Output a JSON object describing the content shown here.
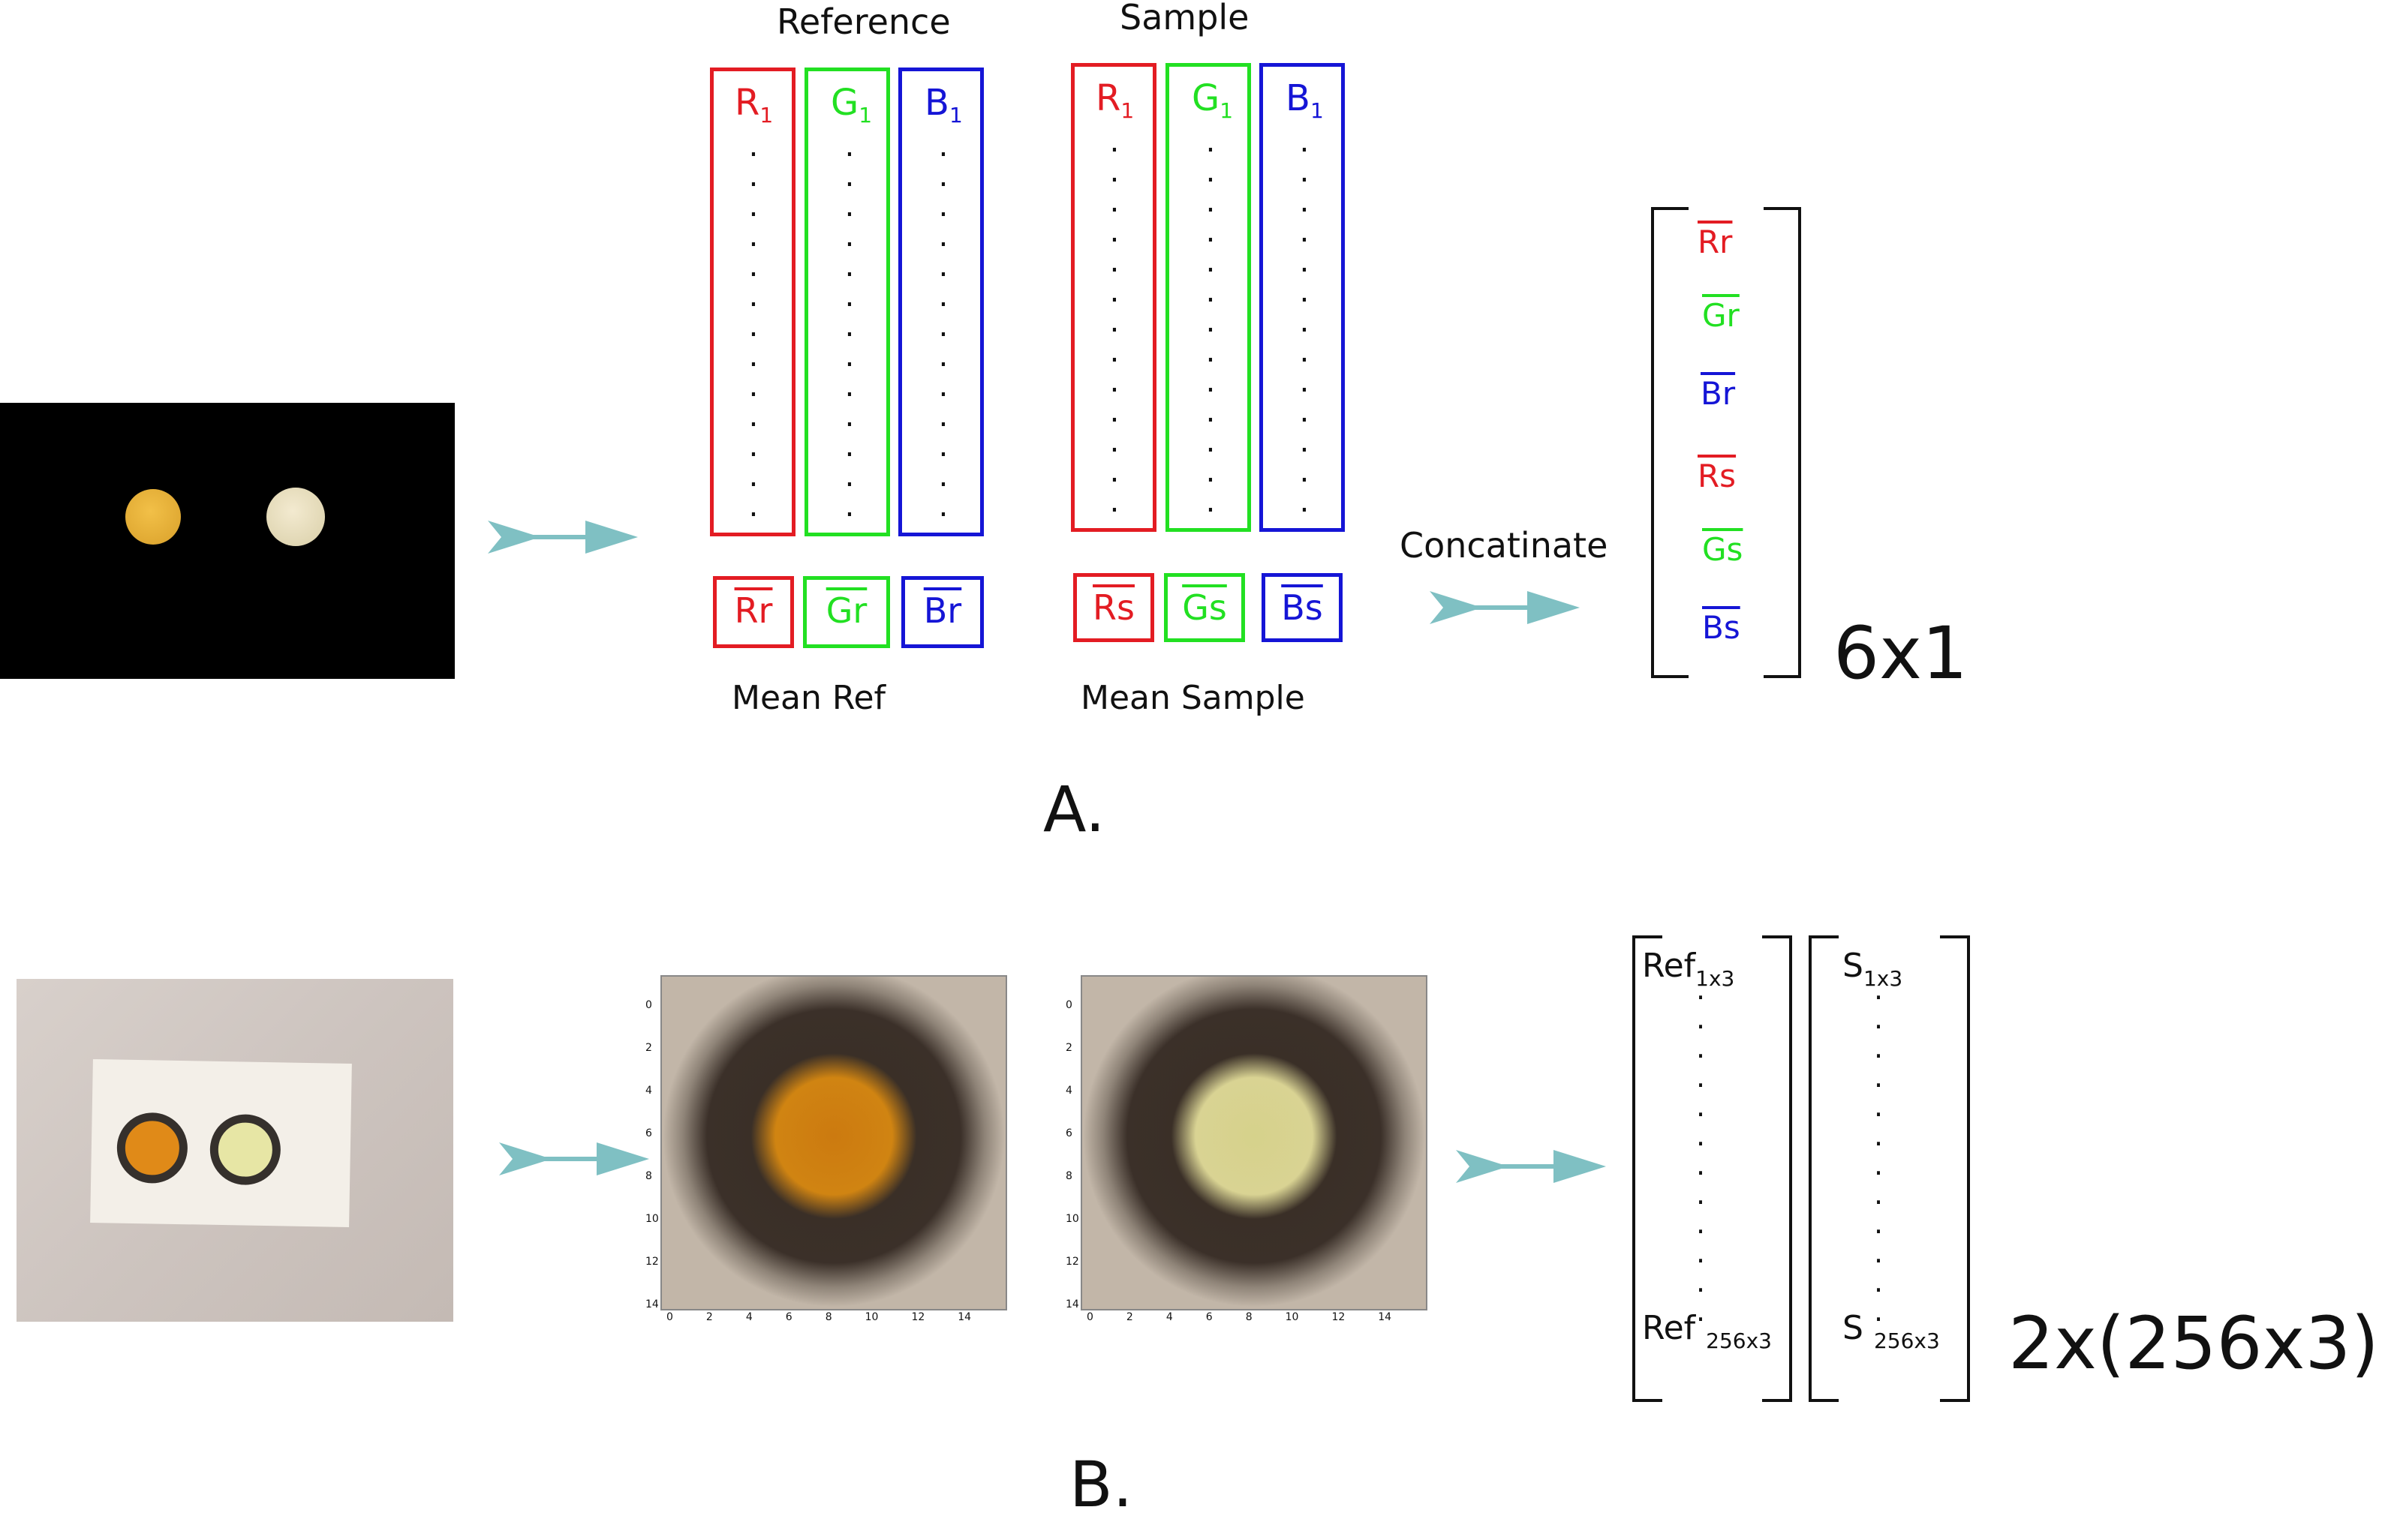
{
  "colors": {
    "red": "#e31c23",
    "green": "#22e022",
    "blue": "#1515d6",
    "arrow": "#7fc0c3",
    "black": "#111111"
  },
  "part_a": {
    "label": "A.",
    "photo": {
      "description_icon": "photo-two-discs-black-bg"
    },
    "reference": {
      "title": "Reference",
      "columns": [
        {
          "letter": "R",
          "sub": "1"
        },
        {
          "letter": "G",
          "sub": "1"
        },
        {
          "letter": "B",
          "sub": "1"
        }
      ],
      "means": [
        "Rr",
        "Gr",
        "Br"
      ],
      "caption": "Mean Ref"
    },
    "sample": {
      "title": "Sample",
      "columns": [
        {
          "letter": "R",
          "sub": "1"
        },
        {
          "letter": "G",
          "sub": "1"
        },
        {
          "letter": "B",
          "sub": "1"
        }
      ],
      "means": [
        "Rs",
        "Gs",
        "Bs"
      ],
      "caption": "Mean Sample"
    },
    "concat_label": "Concatinate",
    "vector": [
      "Rr",
      "Gr",
      "Br",
      "Rs",
      "Gs",
      "Bs"
    ],
    "size": "6x1"
  },
  "part_b": {
    "label": "B.",
    "axis_ticks": [
      "0",
      "2",
      "4",
      "6",
      "8",
      "10",
      "12",
      "14"
    ],
    "matrix_ref": {
      "top": "Ref",
      "top_sub": "1x3",
      "bottom": "Ref",
      "bottom_sub": "256x3"
    },
    "matrix_s": {
      "top": "S",
      "top_sub": "1x3",
      "bottom": "S",
      "bottom_sub": "256x3"
    },
    "size": "2x(256x3)"
  }
}
